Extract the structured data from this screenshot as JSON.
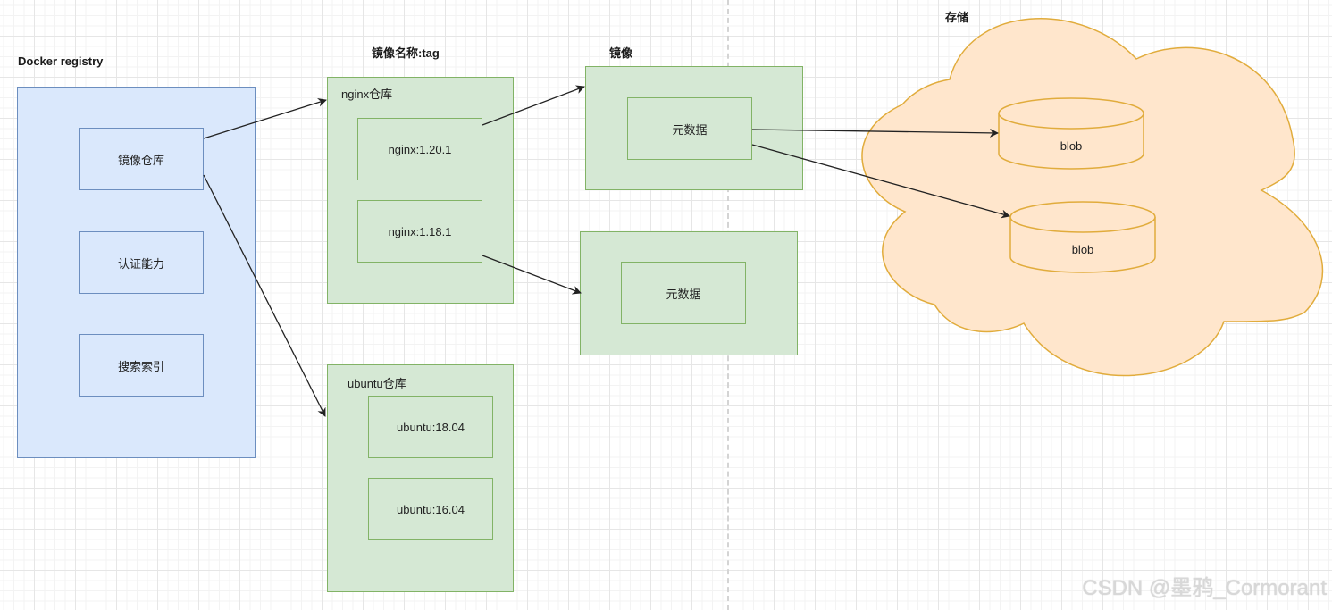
{
  "titles": {
    "registry": "Docker registry",
    "name_tag": "镜像名称:tag",
    "image": "镜像",
    "storage": "存储"
  },
  "registry": {
    "items": [
      "镜像仓库",
      "认证能力",
      "搜索索引"
    ]
  },
  "repositories": [
    {
      "title": "nginx仓库",
      "tags": [
        "nginx:1.20.1",
        "nginx:1.18.1"
      ]
    },
    {
      "title": "ubuntu仓库",
      "tags": [
        "ubuntu:18.04",
        "ubuntu:16.04"
      ]
    }
  ],
  "images": [
    {
      "metadata_label": "元数据"
    },
    {
      "metadata_label": "元数据"
    }
  ],
  "storage": {
    "blobs": [
      "blob",
      "blob"
    ]
  },
  "connections": [
    {
      "from": "镜像仓库",
      "to": "nginx仓库"
    },
    {
      "from": "镜像仓库",
      "to": "ubuntu仓库"
    },
    {
      "from": "nginx:1.20.1",
      "to": "镜像 (1)"
    },
    {
      "from": "nginx:1.18.1",
      "to": "镜像 (2)"
    },
    {
      "from": "元数据 (1)",
      "to": "blob (1)"
    },
    {
      "from": "元数据 (1)",
      "to": "blob (2)"
    }
  ],
  "colors": {
    "registry_fill": "#dae8fc",
    "registry_stroke": "#6c8ebf",
    "repo_fill": "#d5e8d4",
    "repo_stroke": "#82b366",
    "storage_fill": "#ffe6cc",
    "storage_stroke": "#e1ac3c"
  },
  "watermark": "CSDN @墨鸦_Cormorant"
}
